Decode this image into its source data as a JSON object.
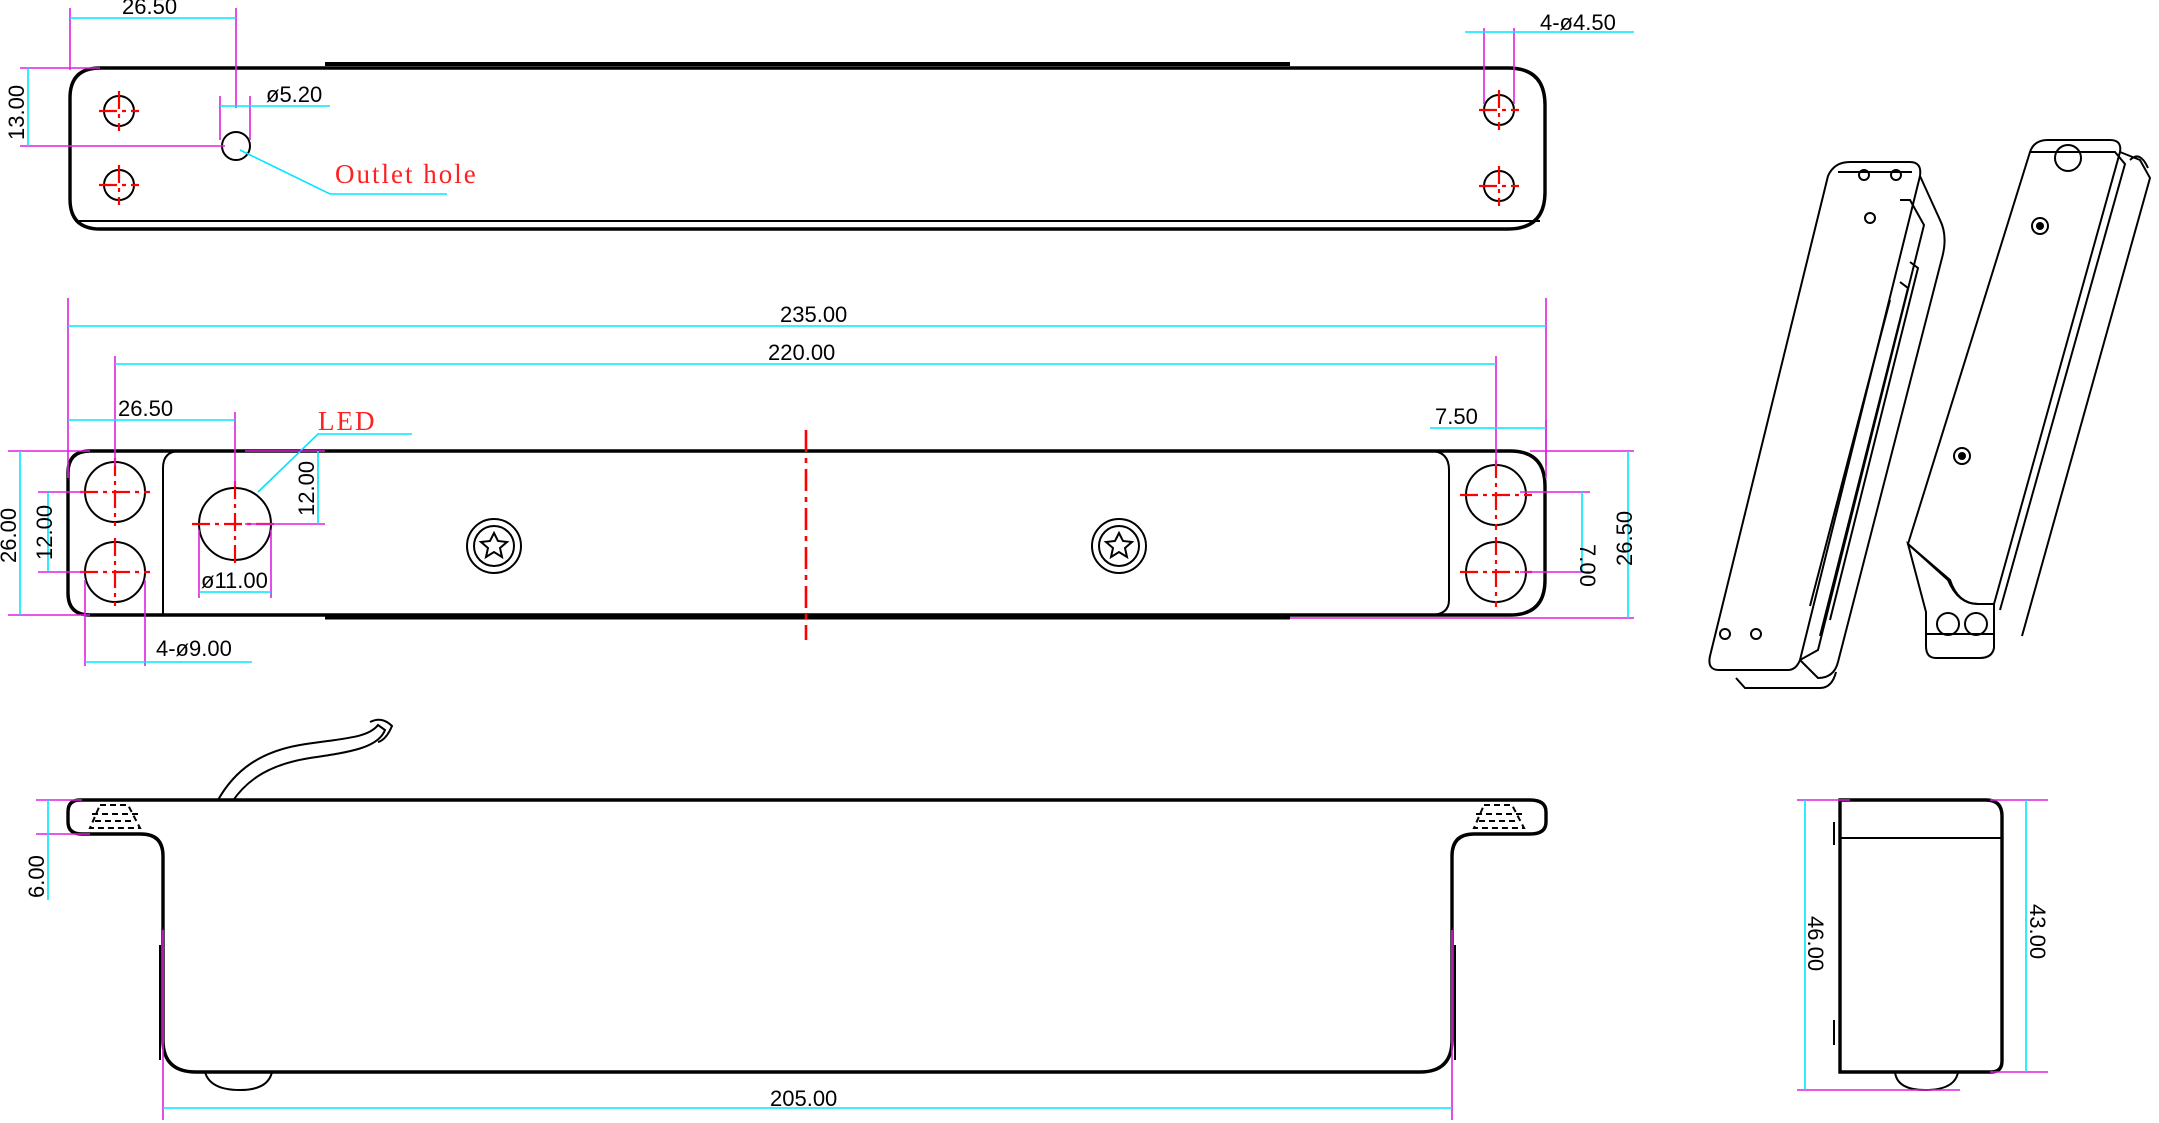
{
  "dimensions": {
    "top_left_offset": "26.50",
    "top_height": "13.00",
    "outlet_dia": "ø5.20",
    "mount_holes_top": "4-ø4.50",
    "overall_length": "235.00",
    "hole_spacing": "220.00",
    "front_left_offset": "26.50",
    "front_right_offset": "7.50",
    "led_offset": "12.00",
    "front_height": "26.00",
    "hole_pitch": "12.00",
    "led_dia": "ø11.00",
    "mount_holes_front": "4-ø9.00",
    "right_pitch": "7.00",
    "right_height": "26.50",
    "flange": "6.00",
    "body_length": "205.00",
    "side_outer": "46.00",
    "side_inner": "43.00"
  },
  "labels": {
    "outlet_hole": "Outlet hole",
    "led": "LED"
  },
  "colors": {
    "dimension_line": "#00e5ff",
    "extension_line": "#e020e0",
    "center_line": "#ff0000",
    "outline": "#000000"
  }
}
